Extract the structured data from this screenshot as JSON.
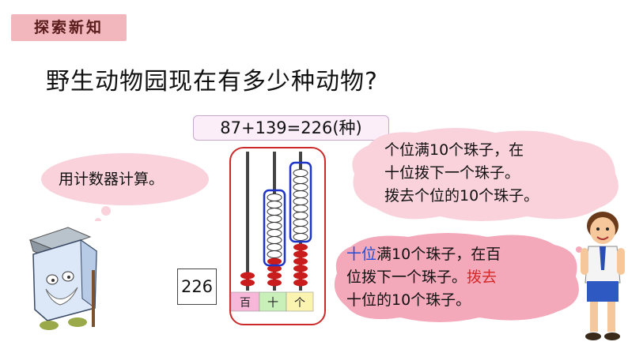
{
  "section_tag": "探索新知",
  "question": "野生动物园现在有多少种动物?",
  "formula": "87+139=226(种)",
  "result": "226",
  "left_bubble": "用计数器计算。",
  "right_bubble_top": [
    "个位满10个珠子，在",
    "十位拨下一个珠子。",
    "拨去个位的10个珠子。"
  ],
  "right_bubble_bottom": {
    "line1_blue": "十位",
    "line1_rest": "满10个珠子，在百",
    "line2_plain": "位拨下一个珠子。",
    "line2_red": "拨去",
    "line3": "十位的10个珠子。"
  },
  "place_labels": [
    "百",
    "十",
    "个"
  ],
  "colors": {
    "tag_bg": "#f2b7bd",
    "bubble_pink": "#f9d2dc",
    "bubble_dark_pink": "#f4a9bb",
    "bead_red": "#c91c1c",
    "highlight_blue": "#1f35c8",
    "label_pink": "#f6b7d8",
    "label_green": "#c8f0b8",
    "label_yellow": "#fbf3b0"
  },
  "icons": [
    "book-character-icon",
    "boy-character-icon"
  ]
}
